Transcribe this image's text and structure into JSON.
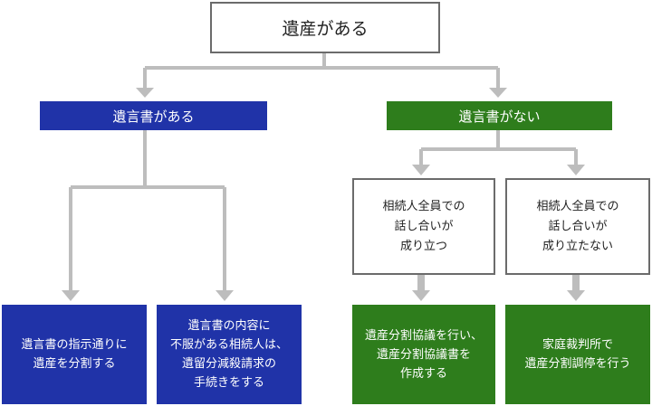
{
  "root": {
    "label": "遺産がある"
  },
  "branches": {
    "will": {
      "label": "遺言書がある",
      "outcomes": [
        {
          "text": "遺言書の指示通りに\n遺産を分割する"
        },
        {
          "text": "遺言書の内容に\n不服がある相続人は、\n遺留分減殺請求の\n手続きをする"
        }
      ]
    },
    "no_will": {
      "label": "遺言書がない",
      "conditions": [
        {
          "text": "相続人全員での\n話し合いが\n成り立つ"
        },
        {
          "text": "相続人全員での\n話し合いが\n成り立たない"
        }
      ],
      "outcomes": [
        {
          "text": "遺産分割協議を行い、\n遺産分割協議書を\n作成する"
        },
        {
          "text": "家庭裁判所で\n遺産分割調停を行う"
        }
      ]
    }
  },
  "colors": {
    "blue": "#2033a8",
    "green": "#2e7d1c",
    "connector": "#bdbdbd",
    "outline": "#6b6b6b"
  }
}
